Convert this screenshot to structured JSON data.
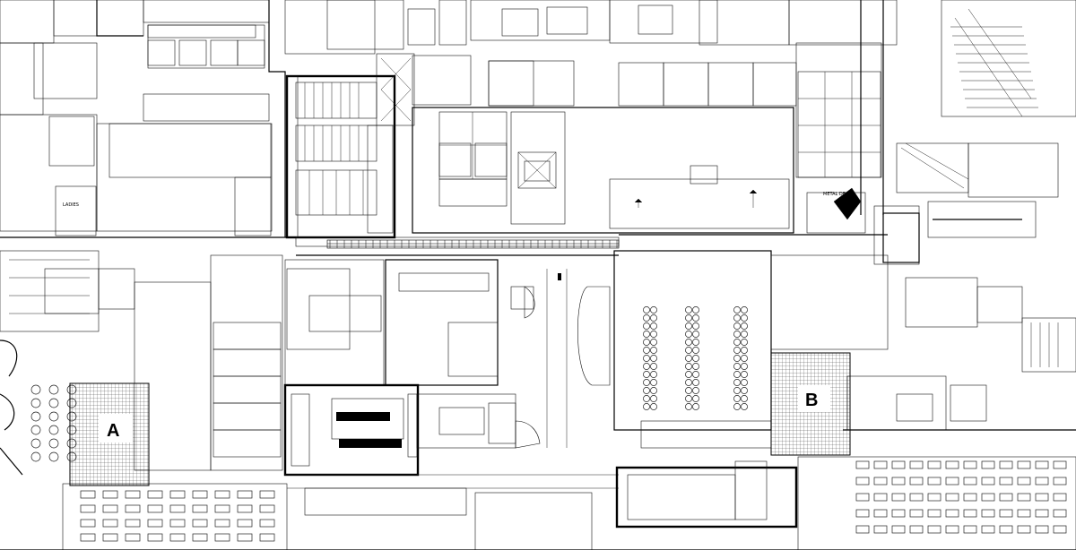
{
  "zones": [
    {
      "id": "A",
      "label": "A"
    },
    {
      "id": "B",
      "label": "B"
    }
  ],
  "small_labels": {
    "ladies": "LADIES",
    "metal_deck": "METAL DECK"
  },
  "colors": {
    "line": "#000000",
    "background": "#ffffff"
  }
}
